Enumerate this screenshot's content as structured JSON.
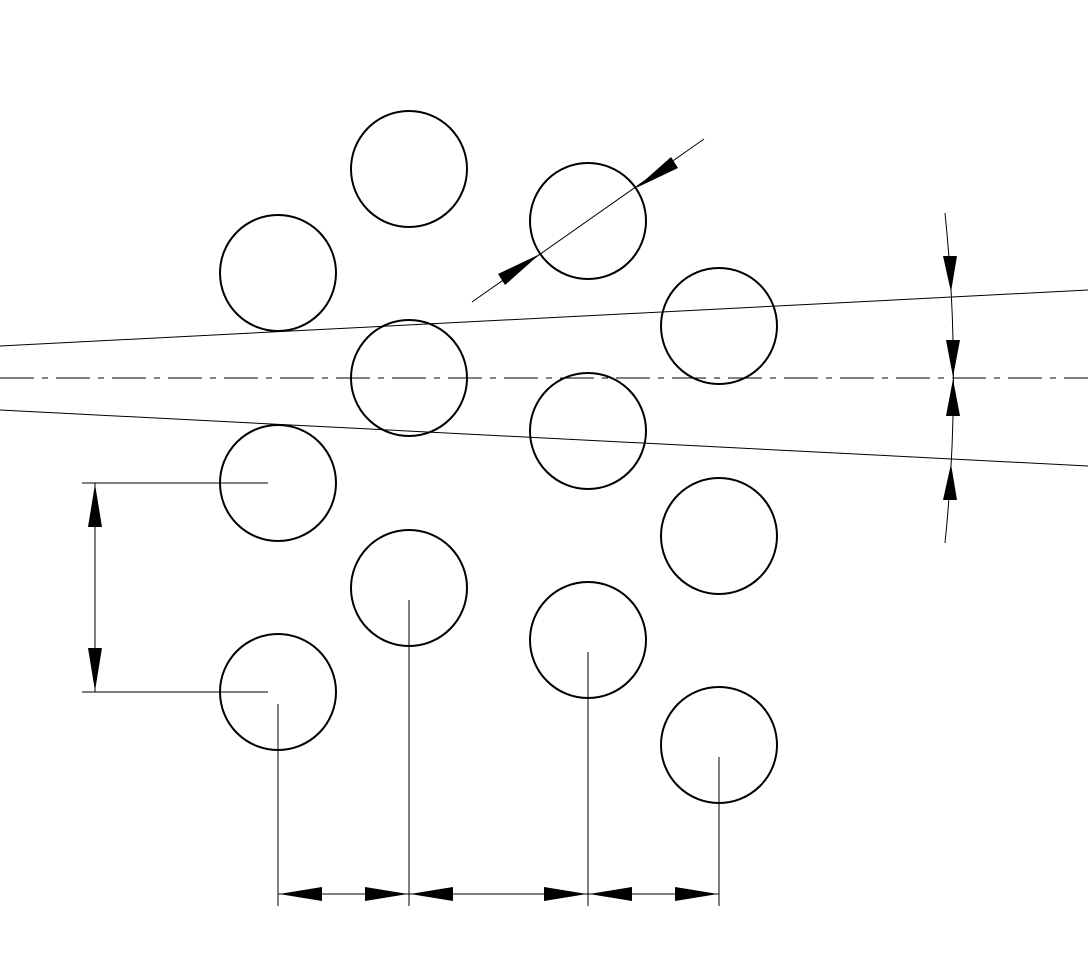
{
  "drawing": {
    "line_color": "#000000",
    "background_color": "#ffffff",
    "hole_count": 12,
    "hole_rows": 4,
    "holes_per_row": 3,
    "hole_rows_with_spacing_dimensions": 4,
    "features": [
      "hole-pattern",
      "center-axis",
      "angular-dimension",
      "diameter-dimension",
      "vertical-pitch-dimension",
      "horizontal-chain-dimension"
    ]
  }
}
